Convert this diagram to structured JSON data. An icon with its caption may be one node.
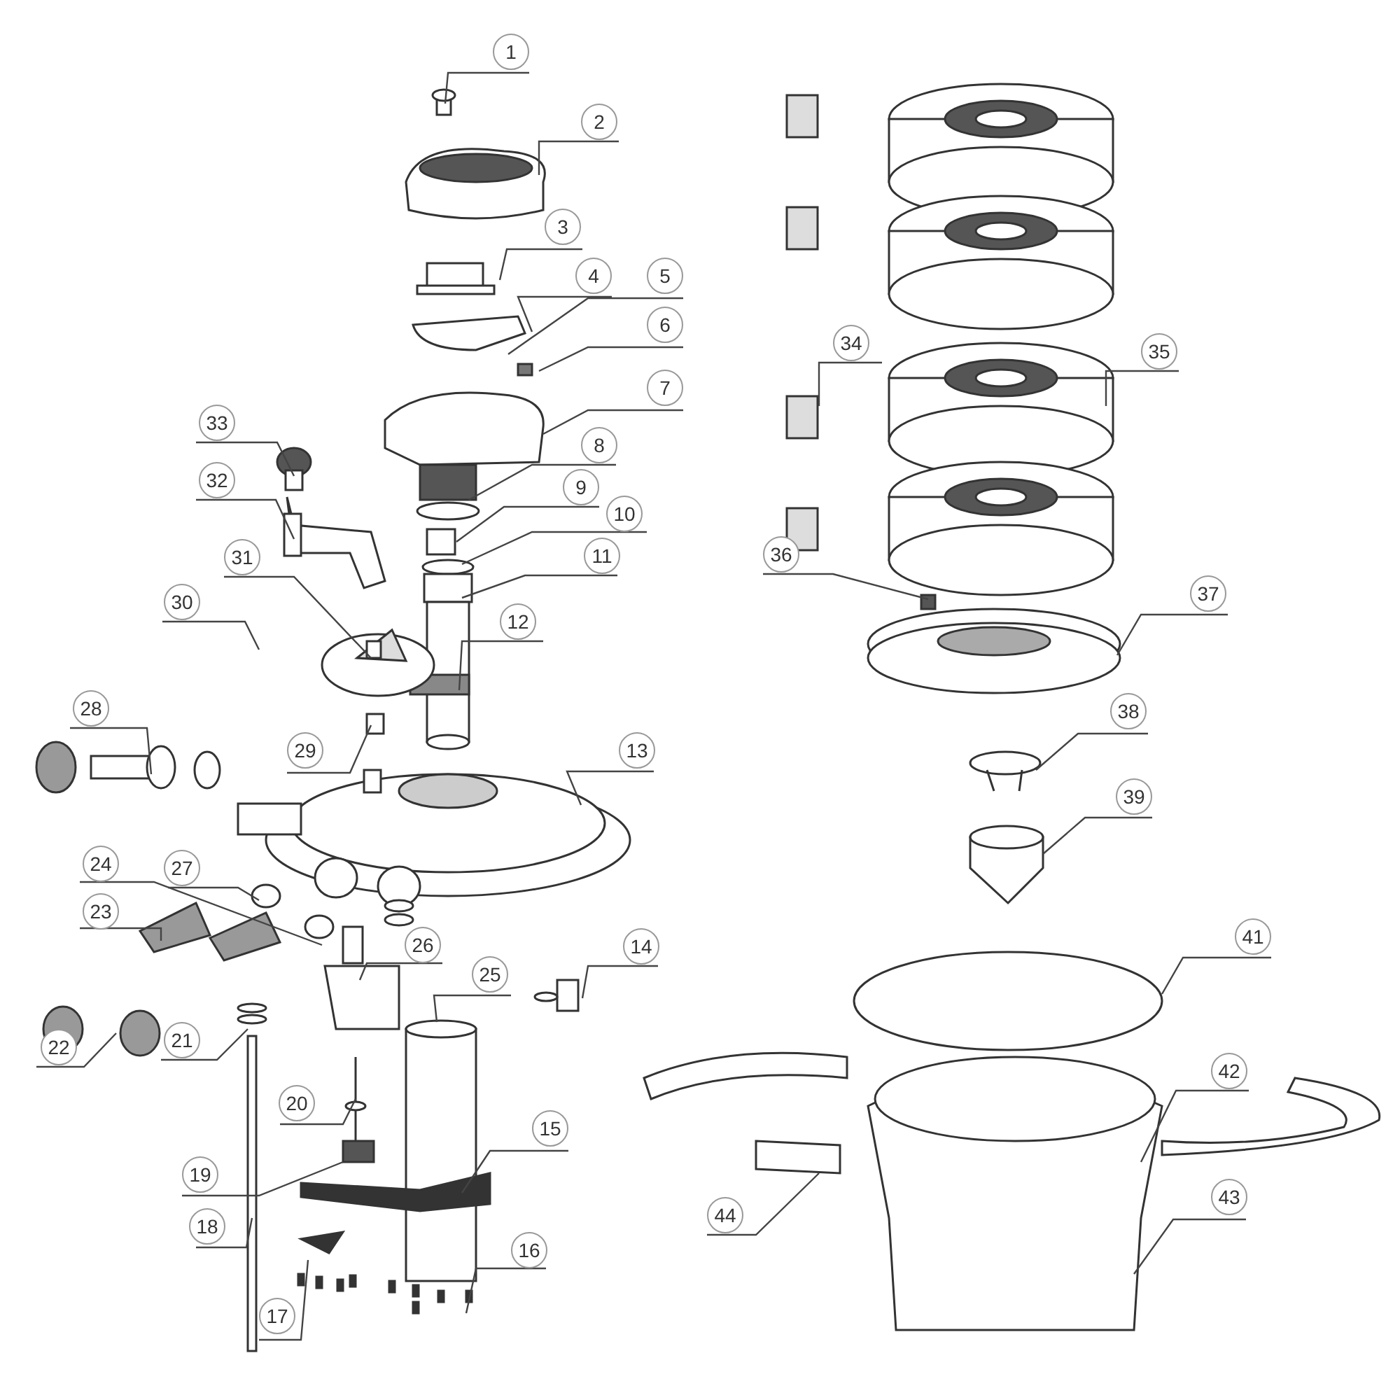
{
  "diagram": {
    "nodes": [
      {
        "text": [
          "1"
        ]
      },
      {
        "text": [
          "2"
        ]
      },
      {
        "text": [
          "3"
        ]
      },
      {
        "text": [
          "4"
        ]
      },
      {
        "text": [
          "5"
        ]
      },
      {
        "text": [
          "6"
        ]
      },
      {
        "text": [
          "7"
        ]
      },
      {
        "text": [
          "8"
        ]
      },
      {
        "text": [
          "9"
        ]
      },
      {
        "text": [
          "10"
        ]
      },
      {
        "text": [
          "11"
        ]
      },
      {
        "text": [
          "12"
        ]
      },
      {
        "text": [
          "13"
        ]
      },
      {
        "text": [
          "14"
        ]
      },
      {
        "text": [
          "15"
        ]
      },
      {
        "text": [
          "16"
        ]
      },
      {
        "text": [
          "17"
        ]
      },
      {
        "text": [
          "18"
        ]
      },
      {
        "text": [
          "19"
        ]
      },
      {
        "text": [
          "20"
        ]
      },
      {
        "text": [
          "21"
        ]
      },
      {
        "text": [
          "22"
        ]
      },
      {
        "text": [
          "23"
        ]
      },
      {
        "text": [
          "24"
        ]
      },
      {
        "text": [
          "25"
        ]
      },
      {
        "text": [
          "26"
        ]
      },
      {
        "text": [
          "27"
        ]
      },
      {
        "text": [
          "28"
        ]
      },
      {
        "text": [
          "29"
        ]
      },
      {
        "text": [
          "30"
        ]
      },
      {
        "text": [
          "31"
        ]
      },
      {
        "text": [
          "32"
        ]
      },
      {
        "text": [
          "33"
        ]
      },
      {
        "text": [
          "34"
        ]
      },
      {
        "text": [
          "35"
        ]
      },
      {
        "text": [
          "36"
        ]
      },
      {
        "text": [
          "37"
        ]
      },
      {
        "text": [
          "38"
        ]
      },
      {
        "text": [
          "39"
        ]
      },
      {
        "text": [
          "41"
        ]
      },
      {
        "text": [
          "42"
        ]
      },
      {
        "text": [
          "43"
        ]
      },
      {
        "text": [
          "44"
        ]
      }
    ],
    "edges": [
      {
        "from": 0,
        "to": null,
        "arrow": "none"
      },
      {
        "from": 1,
        "to": null,
        "arrow": "none"
      },
      {
        "from": 2,
        "to": null,
        "arrow": "none"
      },
      {
        "from": 3,
        "to": null,
        "arrow": "none"
      },
      {
        "from": 4,
        "to": null,
        "arrow": "none"
      },
      {
        "from": 5,
        "to": null,
        "arrow": "none"
      },
      {
        "from": 6,
        "to": null,
        "arrow": "none"
      },
      {
        "from": 7,
        "to": null,
        "arrow": "none"
      },
      {
        "from": 8,
        "to": null,
        "arrow": "none"
      },
      {
        "from": 9,
        "to": null,
        "arrow": "none"
      },
      {
        "from": 10,
        "to": null,
        "arrow": "none"
      },
      {
        "from": 11,
        "to": null,
        "arrow": "none"
      },
      {
        "from": 12,
        "to": null,
        "arrow": "none"
      },
      {
        "from": 13,
        "to": null,
        "arrow": "none"
      },
      {
        "from": 14,
        "to": null,
        "arrow": "none"
      },
      {
        "from": 15,
        "to": null,
        "arrow": "none"
      },
      {
        "from": 16,
        "to": null,
        "arrow": "none"
      },
      {
        "from": 17,
        "to": null,
        "arrow": "none"
      },
      {
        "from": 18,
        "to": null,
        "arrow": "none"
      },
      {
        "from": 19,
        "to": null,
        "arrow": "none"
      },
      {
        "from": 20,
        "to": null,
        "arrow": "none"
      },
      {
        "from": 21,
        "to": null,
        "arrow": "none"
      },
      {
        "from": 22,
        "to": null,
        "arrow": "none"
      },
      {
        "from": 23,
        "to": null,
        "arrow": "none"
      },
      {
        "from": 24,
        "to": null,
        "arrow": "none"
      },
      {
        "from": 25,
        "to": null,
        "arrow": "none"
      },
      {
        "from": 26,
        "to": null,
        "arrow": "none"
      },
      {
        "from": 27,
        "to": null,
        "arrow": "none"
      },
      {
        "from": 28,
        "to": null,
        "arrow": "none"
      },
      {
        "from": 29,
        "to": null,
        "arrow": "none"
      },
      {
        "from": 30,
        "to": null,
        "arrow": "none"
      },
      {
        "from": 31,
        "to": null,
        "arrow": "none"
      },
      {
        "from": 32,
        "to": null,
        "arrow": "none"
      },
      {
        "from": 33,
        "to": null,
        "arrow": "none"
      },
      {
        "from": 34,
        "to": null,
        "arrow": "none"
      },
      {
        "from": 35,
        "to": null,
        "arrow": "none"
      },
      {
        "from": 36,
        "to": null,
        "arrow": "none"
      },
      {
        "from": 37,
        "to": null,
        "arrow": "none"
      },
      {
        "from": 38,
        "to": null,
        "arrow": "none"
      },
      {
        "from": 39,
        "to": null,
        "arrow": "none"
      },
      {
        "from": 40,
        "to": null,
        "arrow": "none"
      },
      {
        "from": 41,
        "to": null,
        "arrow": "none"
      },
      {
        "from": 42,
        "to": null,
        "arrow": "none"
      }
    ]
  }
}
